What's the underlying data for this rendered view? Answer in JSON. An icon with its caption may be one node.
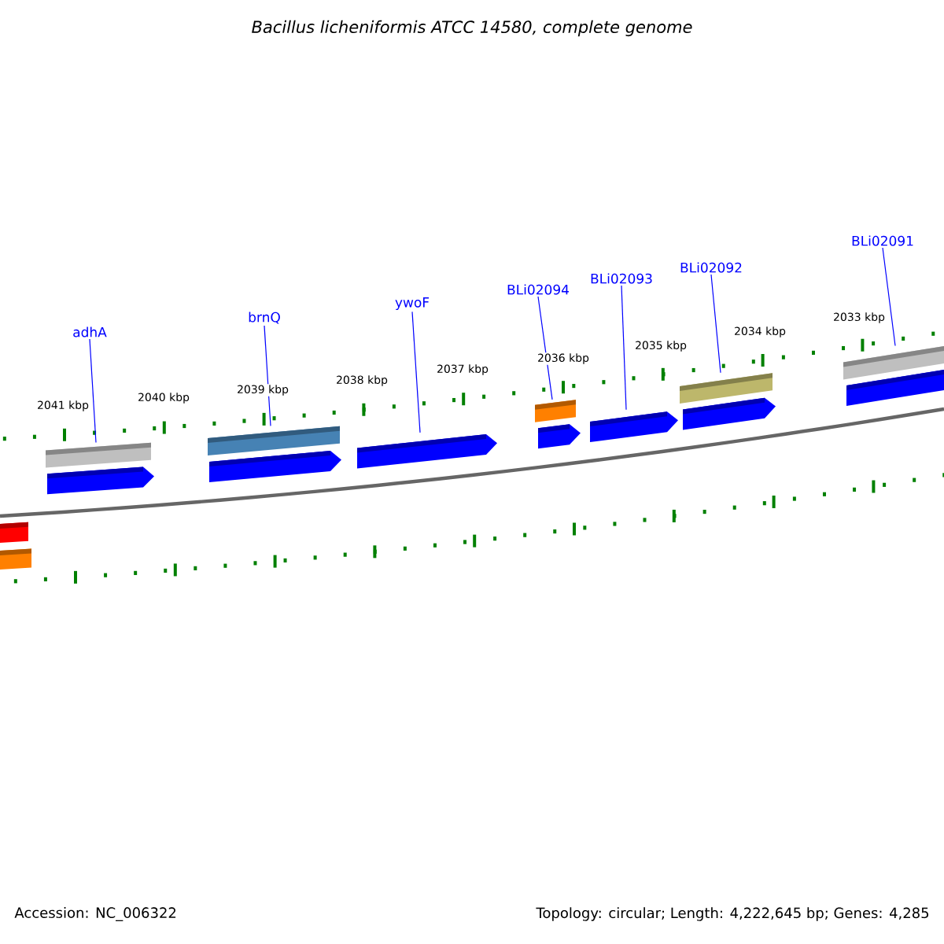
{
  "diagram": {
    "title": "Bacillus licheniformis ATCC 14580, complete genome",
    "nodes": [
      {
        "text": [
          "adhA"
        ]
      },
      {
        "text": [
          "brnQ"
        ]
      },
      {
        "text": [
          "ywoF"
        ]
      },
      {
        "text": [
          "BLi02094"
        ]
      },
      {
        "text": [
          "BLi02093"
        ]
      },
      {
        "text": [
          "BLi02092"
        ]
      },
      {
        "text": [
          "BLi02091"
        ]
      },
      {
        "text": [],
        "shape": "bar"
      },
      {
        "text": [],
        "shape": "bar"
      },
      {
        "text": [],
        "shape": "bar"
      },
      {
        "text": [],
        "shape": "arrow"
      },
      {
        "text": [],
        "shape": "bar"
      },
      {
        "text": [],
        "shape": "arrow"
      },
      {
        "text": [],
        "shape": "arrow"
      },
      {
        "text": [],
        "shape": "bar"
      },
      {
        "text": [],
        "shape": "arrow"
      },
      {
        "text": [],
        "shape": "arrow"
      },
      {
        "text": [],
        "shape": "bar"
      },
      {
        "text": [],
        "shape": "arrow"
      },
      {
        "text": [],
        "shape": "bar"
      },
      {
        "text": [],
        "shape": "arrow"
      }
    ],
    "edges": [
      {
        "from": 0,
        "to": 9,
        "arrow": "none"
      },
      {
        "from": 1,
        "to": 11,
        "arrow": "none"
      },
      {
        "from": 2,
        "to": 13,
        "arrow": "none"
      },
      {
        "from": 3,
        "to": 14,
        "arrow": "none"
      },
      {
        "from": 4,
        "to": 16,
        "arrow": "none"
      },
      {
        "from": 5,
        "to": 17,
        "arrow": "none"
      },
      {
        "from": 6,
        "to": 19,
        "arrow": "none"
      }
    ],
    "labels": [
      "2041 kbp",
      "2040 kbp",
      "2039 kbp",
      "2038 kbp",
      "2037 kbp",
      "2036 kbp",
      "2035 kbp",
      "2034 kbp",
      "2033 kbp",
      "Accession: NC_006322",
      "Topology: circular; Length: 4,222,645 bp; Genes: 4,285"
    ]
  }
}
